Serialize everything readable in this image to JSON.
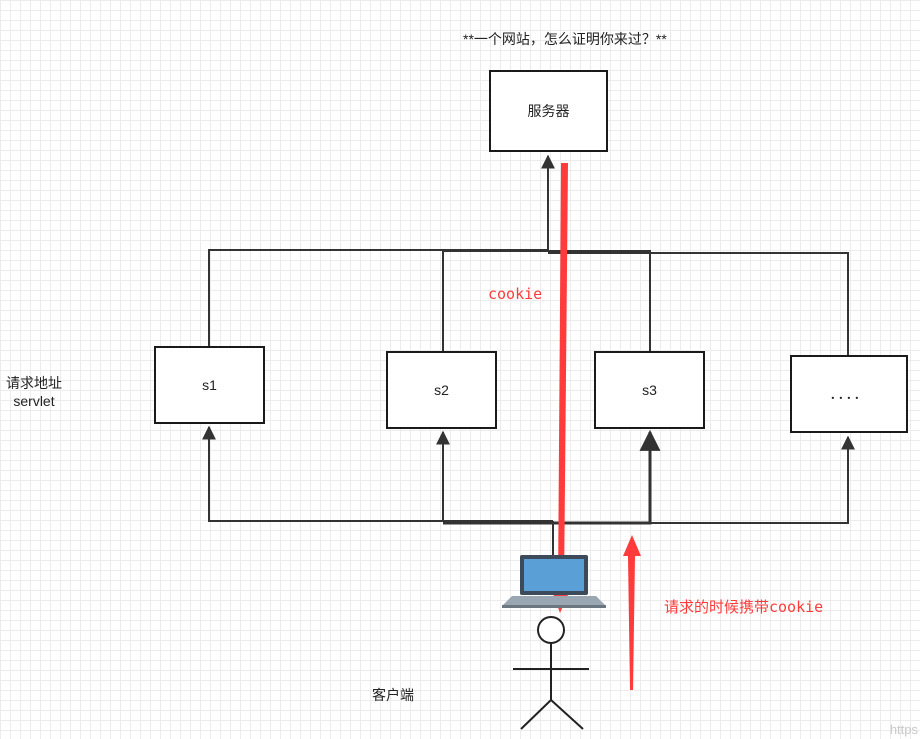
{
  "diagram": {
    "title": "**一个网站，怎么证明你来过？**",
    "server_label": "服务器",
    "servlets": [
      {
        "label": "s1"
      },
      {
        "label": "s2"
      },
      {
        "label": "s3"
      },
      {
        "label": "．．．．"
      }
    ],
    "side_label_line1": "请求地址",
    "side_label_line2": "servlet",
    "cookie_label": "cookie",
    "request_cookie_label": "请求的时候携带cookie",
    "client_label": "客户端",
    "watermark": "https"
  },
  "colors": {
    "line": "#333333",
    "highlight_arrow": "#ff3b3b",
    "highlight_text": "#ff3b3b"
  }
}
